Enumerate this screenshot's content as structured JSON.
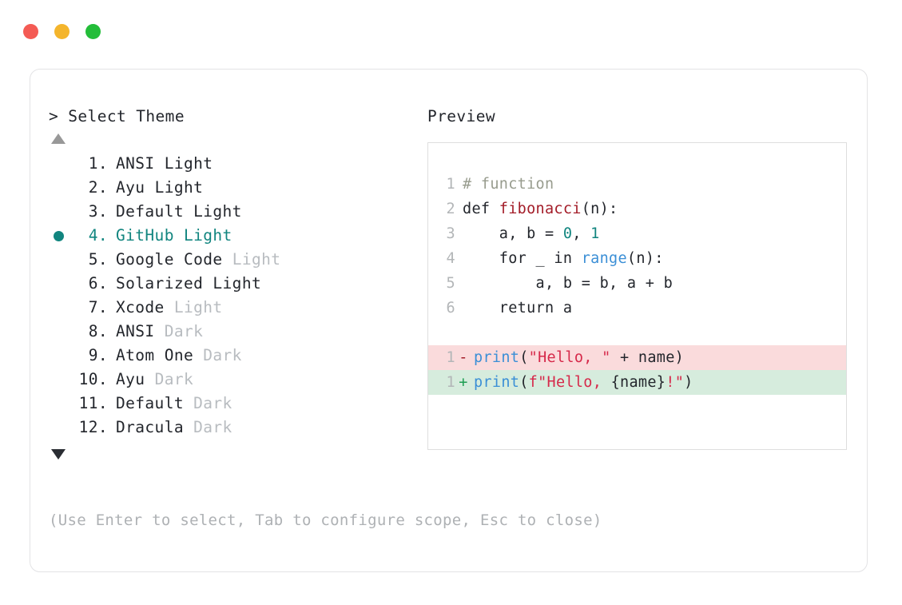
{
  "window": {
    "dots": [
      {
        "name": "close-dot",
        "color": "#f45b54"
      },
      {
        "name": "minimize-dot",
        "color": "#f4b52c"
      },
      {
        "name": "maximize-dot",
        "color": "#23bd39"
      }
    ]
  },
  "selector": {
    "title": "> Select Theme",
    "scroll_up_icon": "triangle-up",
    "scroll_down_icon": "triangle-down",
    "selected_index": 4,
    "accent_color": "#11857f",
    "items": [
      {
        "index": " 1.",
        "name": "ANSI",
        "variant": "Light",
        "variant_muted": false
      },
      {
        "index": " 2.",
        "name": "Ayu",
        "variant": "Light",
        "variant_muted": false
      },
      {
        "index": " 3.",
        "name": "Default",
        "variant": "Light",
        "variant_muted": false
      },
      {
        "index": " 4.",
        "name": "GitHub",
        "variant": "Light",
        "variant_muted": false
      },
      {
        "index": " 5.",
        "name": "Google Code",
        "variant": "Light",
        "variant_muted": true
      },
      {
        "index": " 6.",
        "name": "Solarized",
        "variant": "Light",
        "variant_muted": false
      },
      {
        "index": " 7.",
        "name": "Xcode",
        "variant": "Light",
        "variant_muted": true
      },
      {
        "index": " 8.",
        "name": "ANSI",
        "variant": "Dark",
        "variant_muted": true
      },
      {
        "index": " 9.",
        "name": "Atom One",
        "variant": "Dark",
        "variant_muted": true
      },
      {
        "index": "10.",
        "name": "Ayu",
        "variant": "Dark",
        "variant_muted": true
      },
      {
        "index": "11.",
        "name": "Default",
        "variant": "Dark",
        "variant_muted": true
      },
      {
        "index": "12.",
        "name": "Dracula",
        "variant": "Dark",
        "variant_muted": true
      }
    ]
  },
  "preview": {
    "title": "Preview",
    "code_lines": [
      {
        "num": "1",
        "tokens": [
          {
            "t": "# function",
            "c": "comment"
          }
        ]
      },
      {
        "num": "2",
        "tokens": [
          {
            "t": "def ",
            "c": "keyword"
          },
          {
            "t": "fibonacci",
            "c": "func"
          },
          {
            "t": "(n):",
            "c": "plain"
          }
        ]
      },
      {
        "num": "3",
        "tokens": [
          {
            "t": "    a, b = ",
            "c": "plain"
          },
          {
            "t": "0",
            "c": "number"
          },
          {
            "t": ", ",
            "c": "plain"
          },
          {
            "t": "1",
            "c": "number"
          }
        ]
      },
      {
        "num": "4",
        "tokens": [
          {
            "t": "    for _ in ",
            "c": "plain"
          },
          {
            "t": "range",
            "c": "builtin"
          },
          {
            "t": "(n):",
            "c": "plain"
          }
        ]
      },
      {
        "num": "5",
        "tokens": [
          {
            "t": "        a, b = b, a + b",
            "c": "plain"
          }
        ]
      },
      {
        "num": "6",
        "tokens": [
          {
            "t": "    return a",
            "c": "plain"
          }
        ]
      }
    ],
    "diff_lines": [
      {
        "num": "1",
        "marker": "-",
        "kind": "del",
        "tokens": [
          {
            "t": "print",
            "c": "builtin"
          },
          {
            "t": "(",
            "c": "plain"
          },
          {
            "t": "\"Hello, \"",
            "c": "string"
          },
          {
            "t": " + name)",
            "c": "plain"
          }
        ]
      },
      {
        "num": "1",
        "marker": "+",
        "kind": "add",
        "tokens": [
          {
            "t": "print",
            "c": "builtin"
          },
          {
            "t": "(",
            "c": "plain"
          },
          {
            "t": "f\"Hello, ",
            "c": "string"
          },
          {
            "t": "{name}",
            "c": "plain"
          },
          {
            "t": "!\"",
            "c": "string"
          },
          {
            "t": ")",
            "c": "plain"
          }
        ]
      }
    ]
  },
  "footer": {
    "hint": "(Use Enter to select, Tab to configure scope, Esc to close)"
  }
}
